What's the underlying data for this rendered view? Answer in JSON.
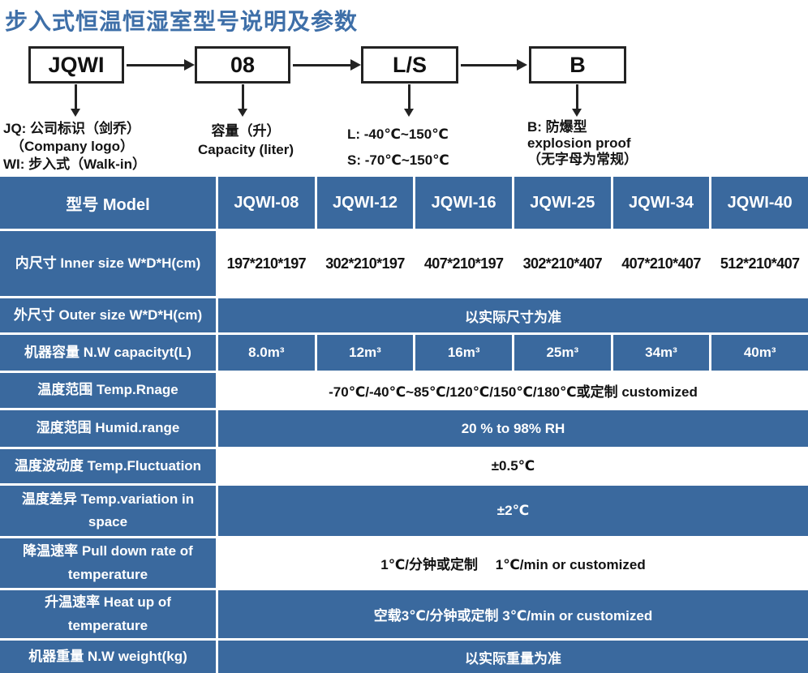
{
  "title": "步入式恒温恒湿室型号说明及参数",
  "colors": {
    "title_blue": "#3e6fa8",
    "table_blue": "#3a699e",
    "diagram_ink": "#232323"
  },
  "diagram": {
    "boxes": [
      {
        "label": "JQWI",
        "notes": [
          "JQ: 公司标识（剑乔）",
          "（Company logo）",
          "WI: 步入式（Walk-in）"
        ]
      },
      {
        "label": "08",
        "notes": [
          "容量（升）",
          "Capacity (liter)"
        ]
      },
      {
        "label": "L/S",
        "notes": [
          "L: -40℃~150℃",
          "S: -70℃~150℃"
        ]
      },
      {
        "label": "B",
        "notes": [
          "B: 防爆型",
          "explosion proof",
          "（无字母为常规）"
        ]
      }
    ]
  },
  "table": {
    "header": {
      "label": "型号 Model",
      "models": [
        "JQWI-08",
        "JQWI-12",
        "JQWI-16",
        "JQWI-25",
        "JQWI-34",
        "JQWI-40"
      ]
    },
    "rows": [
      {
        "label": "内尺寸 Inner size W*D*H(cm)",
        "type": "cells",
        "values": [
          "197*210*197",
          "302*210*197",
          "407*210*197",
          "302*210*407",
          "407*210*407",
          "512*210*407"
        ]
      },
      {
        "label": "外尺寸 Outer size W*D*H(cm)",
        "type": "span",
        "value": "以实际尺寸为准"
      },
      {
        "label": "机器容量 N.W capacityt(L)",
        "type": "cells",
        "values": [
          "8.0m³",
          "12m³",
          "16m³",
          "25m³",
          "34m³",
          "40m³"
        ]
      },
      {
        "label": "温度范围 Temp.Rnage",
        "type": "span",
        "value": "-70℃/-40℃~85℃/120℃/150℃/180℃或定制 customized"
      },
      {
        "label": "湿度范围 Humid.range",
        "type": "span",
        "value": "20 % to 98% RH"
      },
      {
        "label": "温度波动度 Temp.Fluctuation",
        "type": "span",
        "value": "±0.5℃"
      },
      {
        "label": "温度差异 Temp.variation in space",
        "type": "span",
        "value": "±2℃"
      },
      {
        "label": "降温速率 Pull down rate of temperature",
        "type": "span",
        "value": "1℃/分钟或定制　 1℃/min or customized"
      },
      {
        "label": "升温速率 Heat up of temperature",
        "type": "span",
        "value": "空载3℃/分钟或定制 3℃/min or customized"
      },
      {
        "label": "机器重量 N.W weight(kg)",
        "type": "span",
        "value": "以实际重量为准"
      }
    ]
  }
}
